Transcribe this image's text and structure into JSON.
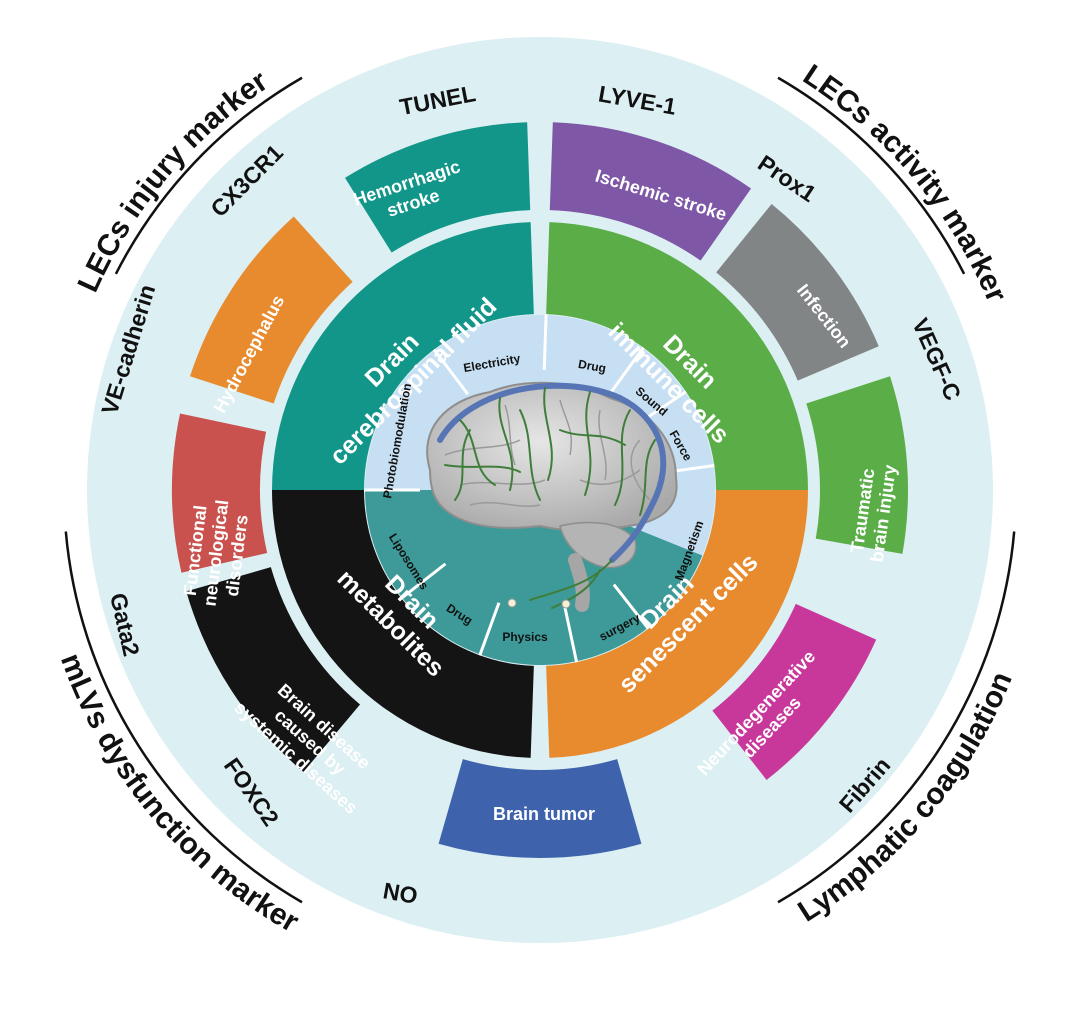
{
  "outer_titles": [
    {
      "id": "title-lecs-injury-marker",
      "text": "LECs injury marker"
    },
    {
      "id": "title-lecs-activity-marker",
      "text": "LECs activity marker"
    },
    {
      "id": "title-lymphatic-coagulation",
      "text": "Lymphatic coagulation"
    },
    {
      "id": "title-mlvs-dysfunction-marker",
      "text": "mLVs dysfunction marker"
    }
  ],
  "markers": [
    {
      "id": "marker-tunel",
      "text": "TUNEL"
    },
    {
      "id": "marker-lyve-1",
      "text": "LYVE-1"
    },
    {
      "id": "marker-prox1",
      "text": "Prox1"
    },
    {
      "id": "marker-vegf-c",
      "text": "VEGF-C"
    },
    {
      "id": "marker-fibrin",
      "text": "Fibrin"
    },
    {
      "id": "marker-no",
      "text": "NO"
    },
    {
      "id": "marker-foxc2",
      "text": "FOXC2"
    },
    {
      "id": "marker-gata2",
      "text": "Gata2"
    },
    {
      "id": "marker-ve-cadherin",
      "text": "VE-cadherin"
    },
    {
      "id": "marker-cx3cr1",
      "text": "CX3CR1"
    }
  ],
  "diseases": [
    {
      "id": "disease-hemorrhagic-stroke",
      "lines": [
        "Hemorrhagic",
        "stroke"
      ],
      "color": "#129689"
    },
    {
      "id": "disease-ischemic-stroke",
      "lines": [
        "Ischemic stroke"
      ],
      "color": "#7E57A6"
    },
    {
      "id": "disease-infection",
      "lines": [
        "Infection"
      ],
      "color": "#828586"
    },
    {
      "id": "disease-traumatic-brain-injury",
      "lines": [
        "Traumatic",
        "brain injury"
      ],
      "color": "#5AAD47"
    },
    {
      "id": "disease-neurodegenerative-diseases",
      "lines": [
        "Neurodegenerative",
        "diseases"
      ],
      "color": "#C8389B"
    },
    {
      "id": "disease-brain-tumor",
      "lines": [
        "Brain tumor"
      ],
      "color": "#3E63AC"
    },
    {
      "id": "disease-brain-disease-systemic",
      "lines": [
        "Brain disease",
        "caused by",
        "systemic diseases"
      ],
      "color": "#141414"
    },
    {
      "id": "disease-functional-neurological-disorders",
      "lines": [
        "Functional",
        "neurological",
        "disorders"
      ],
      "color": "#C9524E"
    },
    {
      "id": "disease-hydrocephalus",
      "lines": [
        "Hydrocephalus"
      ],
      "color": "#E78B2E"
    }
  ],
  "drains": [
    {
      "id": "drain-csf",
      "lines": [
        "Drain",
        "cerebrospinal fluid"
      ],
      "color": "#129689"
    },
    {
      "id": "drain-immune-cells",
      "lines": [
        "Drain",
        "immune cells"
      ],
      "color": "#5AAD47"
    },
    {
      "id": "drain-senescent-cells",
      "lines": [
        "Drain",
        "senescent cells"
      ],
      "color": "#E78B2E"
    },
    {
      "id": "drain-metabolites",
      "lines": [
        "Drain",
        "metabolites"
      ],
      "color": "#141414"
    }
  ],
  "methods": [
    {
      "id": "method-electricity",
      "text": "Electricity"
    },
    {
      "id": "method-drug-top",
      "text": "Drug"
    },
    {
      "id": "method-sound",
      "text": "Sound"
    },
    {
      "id": "method-force",
      "text": "Force"
    },
    {
      "id": "method-magnetism",
      "text": "Magnetism"
    },
    {
      "id": "method-surgery",
      "text": "surgery"
    },
    {
      "id": "method-physics",
      "text": "Physics"
    },
    {
      "id": "method-drug-bottom",
      "text": "Drug"
    },
    {
      "id": "method-liposomes",
      "text": "Liposomes"
    },
    {
      "id": "method-photobiomodulation",
      "text": "Photobiomodulation"
    }
  ],
  "colors": {
    "outer_ring_fill": "#DCEFF3",
    "method_ring_light": "#C6DFF3",
    "method_ring_teal": "#3E9A98",
    "brain": "#C8C8C8",
    "vessels_green": "#3F7E3A",
    "vessels_blue": "#5775B5",
    "outer_title_color": "#111111"
  },
  "brain_icon": "brain-with-meningeal-lymphatics-illustration"
}
